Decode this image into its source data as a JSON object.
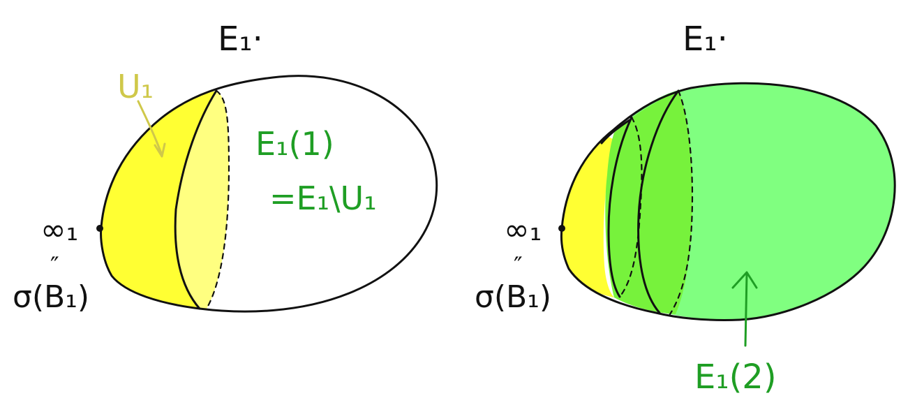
{
  "left_panel": {
    "title": "E₁·",
    "region_label": "U₁",
    "complement_line1": "E₁(1)",
    "complement_line2": "=E₁\\U₁",
    "point_label": "∞₁",
    "equals_mark": "″",
    "section_label": "σ(B₁)"
  },
  "right_panel": {
    "title": "E₁·",
    "region_label": "E₁(2)",
    "point_label": "∞₁",
    "equals_mark": "″",
    "section_label": "σ(B₁)"
  },
  "colors": {
    "yellow_fill": "#ffff33",
    "pale_yellow_fill": "#ffff80",
    "yellow_label": "#cfc84a",
    "green_fill": "#80ff80",
    "bright_green_fill": "#77f23c",
    "green_label": "#1f9e24",
    "ink": "#111111"
  }
}
